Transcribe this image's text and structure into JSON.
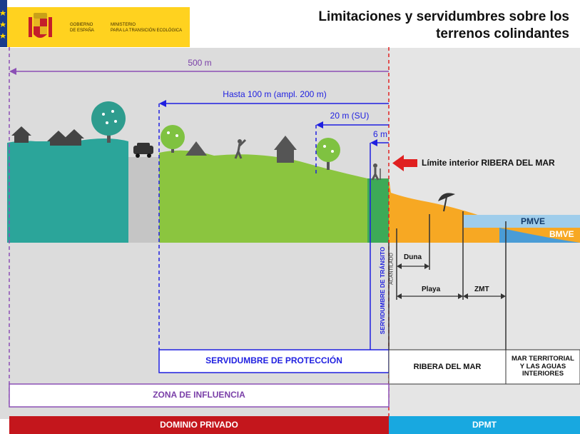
{
  "header": {
    "gov_line1": "GOBIERNO",
    "gov_line2": "DE ESPAÑA",
    "min_line1": "MINISTERIO",
    "min_line2": "PARA LA TRANSICIÓN ECOLÓGICA",
    "title_line1": "Limitaciones y servidumbres sobre los",
    "title_line2": "terrenos colindantes"
  },
  "distances": {
    "d500": "500 m",
    "d100": "Hasta 100 m (ampl. 200 m)",
    "d20": "20 m (SU)",
    "d6": "6 m"
  },
  "limit_label": "Límite interior  RIBERA DEL MAR",
  "sea_levels": {
    "pmve": "PMVE",
    "bmve": "BMVE"
  },
  "vertical_labels": {
    "transito": "SERVIDUMBRE DE TRÁNSITO",
    "acantilado": "ACANTILADO"
  },
  "beach_labels": {
    "duna": "Duna",
    "playa": "Playa",
    "zmt": "ZMT"
  },
  "zones": {
    "proteccion": "SERVIDUMBRE DE PROTECCIÓN",
    "ribera": "RIBERA DEL MAR",
    "mar_line1": "MAR TERRITORIAL",
    "mar_line2": "Y LAS AGUAS",
    "mar_line3": "INTERIORES",
    "influencia": "ZONA DE INFLUENCIA"
  },
  "domains": {
    "privado": "DOMINIO PRIVADO",
    "dpmt": "DPMT"
  },
  "colors": {
    "teal": "#2BA59A",
    "green": "#8BC53F",
    "transit_green": "#3DAA57",
    "sand": "#F7A823",
    "sea_light": "#9FCDEB",
    "sea_dark": "#4A9CD6",
    "blue_line": "#1F1FE0",
    "purple": "#8B4FB5",
    "red": "#C4161C",
    "cyan": "#18A8E0",
    "gray_bg": "#DCDCDC"
  }
}
